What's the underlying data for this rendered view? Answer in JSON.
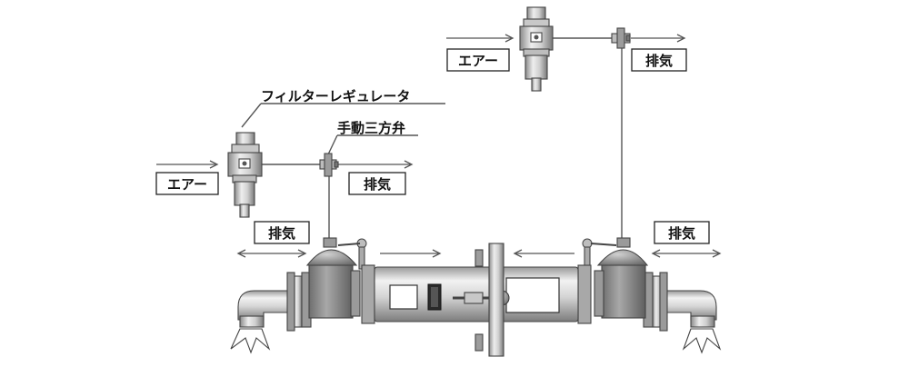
{
  "labels": {
    "air_left": "エアー",
    "air_right": "エアー",
    "exhaust_left_small": "排気",
    "exhaust_left_main": "排気",
    "exhaust_right_top": "排気",
    "exhaust_right_main": "排気",
    "filter_regulator": "フィルターレギュレータ",
    "manual_three_way_valve": "手動三方弁"
  },
  "colors": {
    "line": "#555555",
    "metal_light": "#e8e8e8",
    "metal_mid": "#b8b8b8",
    "metal_dark": "#7a7a7a",
    "text": "#111111"
  }
}
